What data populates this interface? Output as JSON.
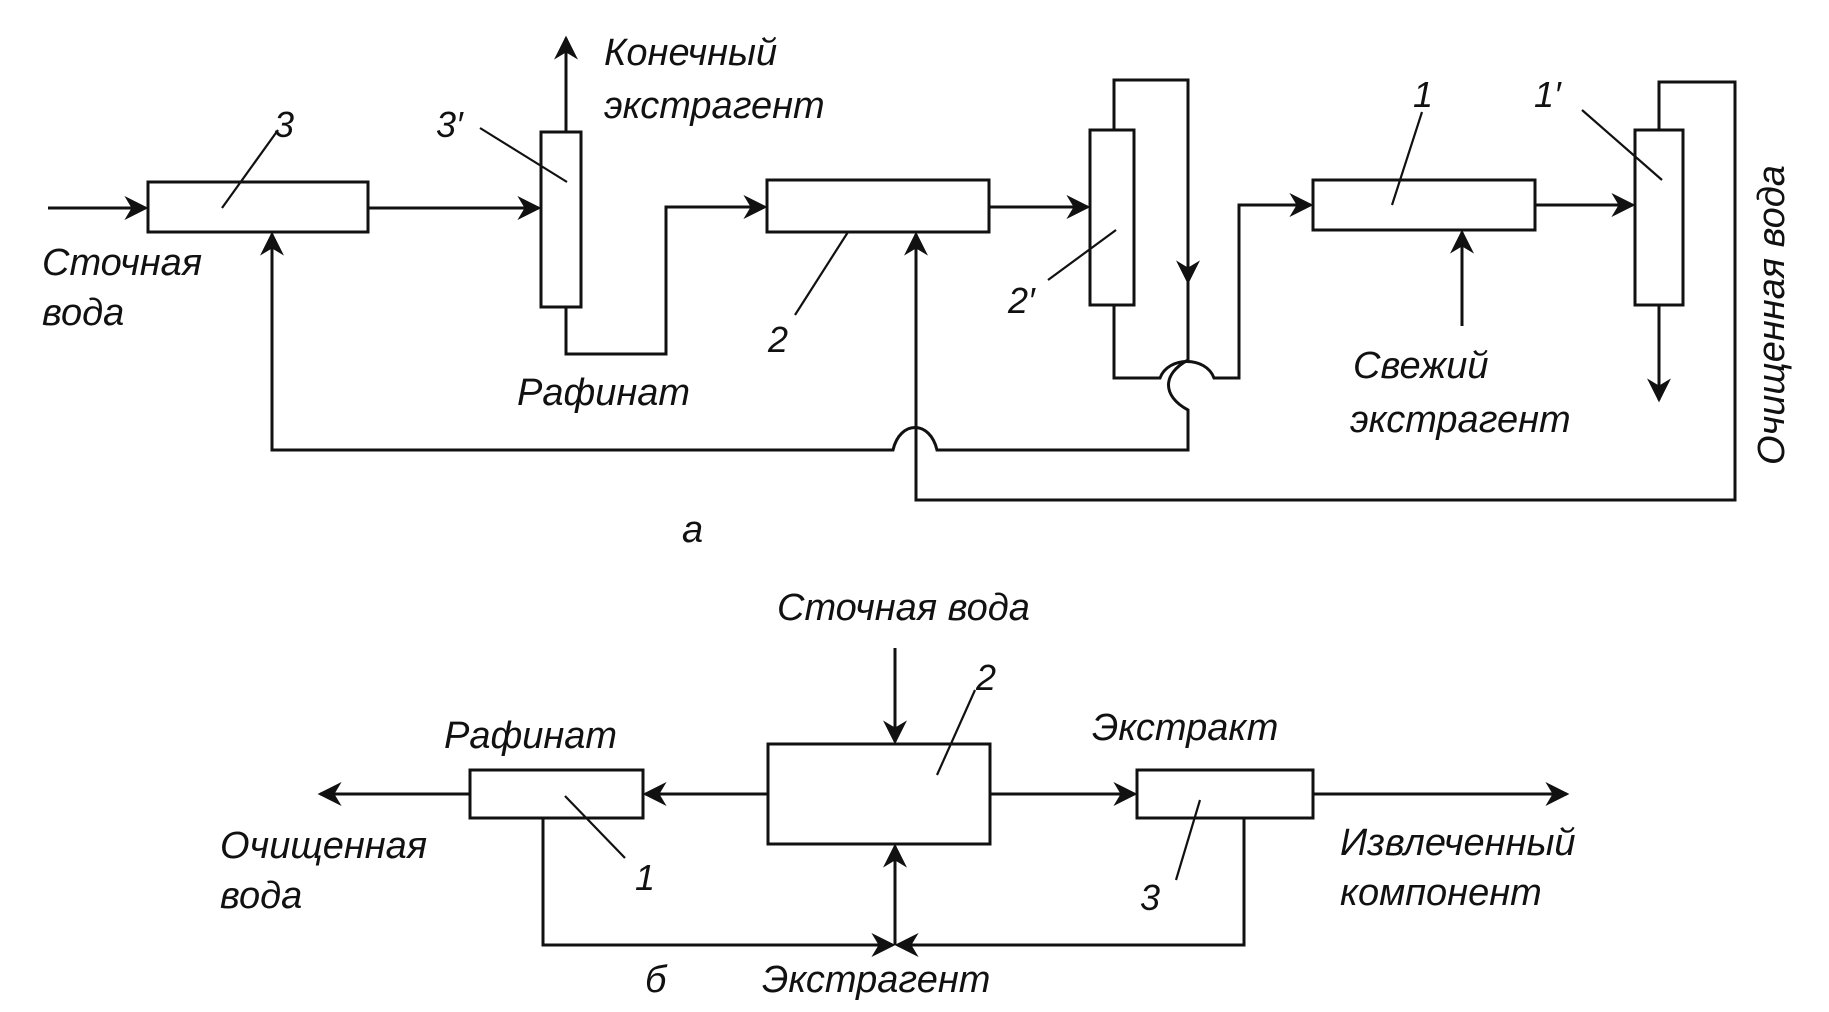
{
  "diagram_a": {
    "caption": "а",
    "labels": {
      "wastewater_line1": "Сточная",
      "wastewater_line2": "вода",
      "final_extractant_line1": "Конечный",
      "final_extractant_line2": "экстрагент",
      "raffinate": "Рафинат",
      "fresh_extractant_line1": "Свежий",
      "fresh_extractant_line2": "экстрагент",
      "purified_water": "Очищенная вода"
    },
    "units": {
      "mixer_3": "3",
      "settler_3": "3′",
      "mixer_2": "2",
      "settler_2": "2′",
      "mixer_1": "1",
      "settler_1": "1′"
    }
  },
  "diagram_b": {
    "caption": "б",
    "labels": {
      "wastewater": "Сточная вода",
      "raffinate": "Рафинат",
      "extract": "Экстракт",
      "purified_water_line1": "Очищенная",
      "purified_water_line2": "вода",
      "extracted_component_line1": "Извлеченный",
      "extracted_component_line2": "компонент",
      "extractant": "Экстрагент"
    },
    "units": {
      "unit_1": "1",
      "unit_2": "2",
      "unit_3": "3"
    }
  },
  "colors": {
    "ink": "#111111",
    "background": "#ffffff"
  }
}
